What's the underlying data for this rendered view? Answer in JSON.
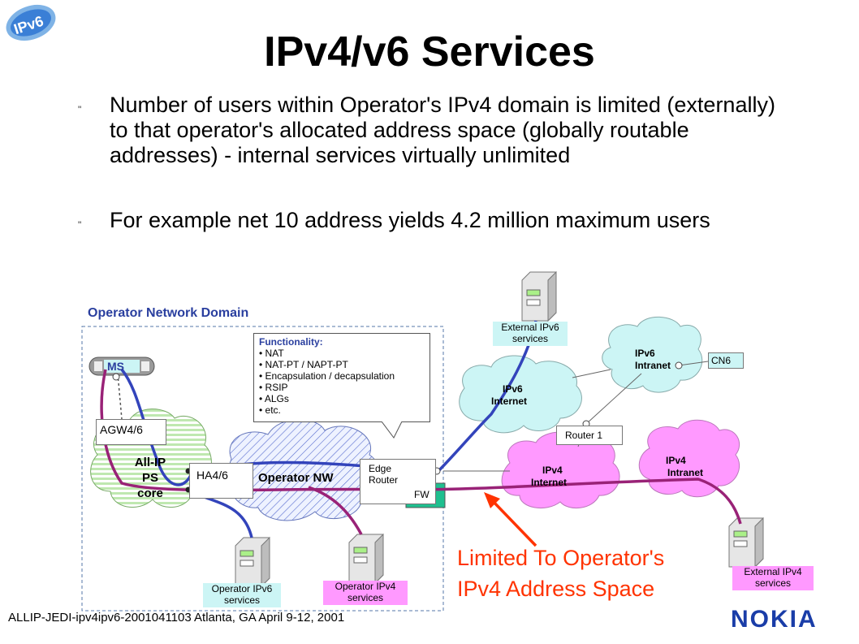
{
  "slide": {
    "logo_text": "IPv6",
    "title": "IPv4/v6 Services",
    "bullets": [
      {
        "marker": "\"",
        "text": "Number of users within Operator's IPv4 domain is limited (externally) to that operator's allocated address space (globally routable addresses) - internal services virtually unlimited"
      },
      {
        "marker": "\"",
        "text": "For example net 10 address yields 4.2 million maximum users"
      }
    ],
    "footer": "ALLIP-JEDI-ipv4ipv6-2001041103 Atlanta, GA April 9-12, 2001",
    "brand": "NOKIA"
  },
  "diagram": {
    "domain_label": "Operator Network Domain",
    "ms": "MS",
    "agw": "AGW4/6",
    "allip": [
      "All-IP",
      "PS",
      "core"
    ],
    "ha": "HA4/6",
    "operator_nw": "Operator NW",
    "edge_router": [
      "Edge",
      "Router"
    ],
    "fw": "FW",
    "functionality_title": "Functionality:",
    "functionality": [
      "NAT",
      "NAT-PT / NAPT-PT",
      "Encapsulation / decapsulation",
      "RSIP",
      "ALGs",
      "etc."
    ],
    "ipv6_internet": [
      "IPv6",
      "Internet"
    ],
    "ipv4_internet": [
      "IPv4",
      "Internet"
    ],
    "ipv6_intranet": [
      "IPv6",
      "Intranet"
    ],
    "ipv4_intranet": [
      "IPv4",
      "Intranet"
    ],
    "cn6": "CN6",
    "router1": "Router 1",
    "ext_ipv6": [
      "External IPv6",
      "services"
    ],
    "ext_ipv4": [
      "External IPv4",
      "services"
    ],
    "op_ipv6": [
      "Operator IPv6",
      "services"
    ],
    "op_ipv4": [
      "Operator IPv4",
      "services"
    ],
    "callout": [
      "Limited To Operator's",
      "IPv4 Address Space"
    ]
  },
  "colors": {
    "title": "#000000",
    "domain_label": "#2a3f9f",
    "ipv6_label_bg": "#ccf5f5",
    "ipv4_label_bg": "#ff99ff",
    "ipv6_cloud": "#ccf5f5",
    "ipv4_cloud": "#ff99ff",
    "fw": "#1fbf8f",
    "ipv6_path": "#3344bb",
    "ipv4_path": "#992277",
    "callout": "#ff3300",
    "brand": "#1a3da8"
  }
}
